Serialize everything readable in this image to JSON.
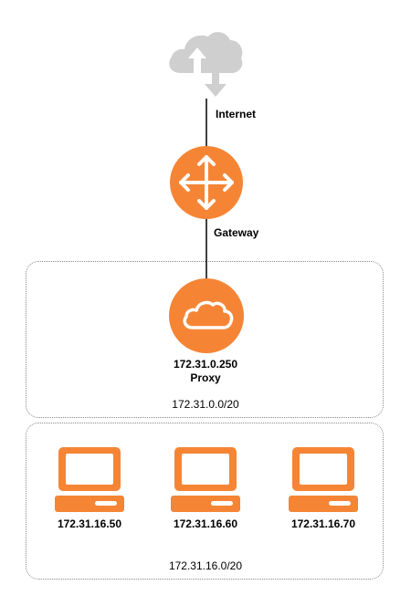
{
  "colors": {
    "orange": "#F58535",
    "orange_dark": "#D86F23",
    "cloud_gray": "#CFCFCF",
    "line": "#000000",
    "zone_border": "#8A8A8A"
  },
  "internet": {
    "label": "Internet",
    "icon": "cloud-upload-download-icon"
  },
  "gateway": {
    "label": "Gateway",
    "icon": "router-arrows-icon"
  },
  "proxy": {
    "ip": "172.31.0.250",
    "name": "Proxy",
    "icon": "cloud-icon"
  },
  "subnets": [
    {
      "cidr": "172.31.0.0/20"
    },
    {
      "cidr": "172.31.16.0/20"
    }
  ],
  "hosts": [
    {
      "ip": "172.31.16.50",
      "icon": "laptop-icon"
    },
    {
      "ip": "172.31.16.60",
      "icon": "laptop-icon"
    },
    {
      "ip": "172.31.16.70",
      "icon": "laptop-icon"
    }
  ]
}
